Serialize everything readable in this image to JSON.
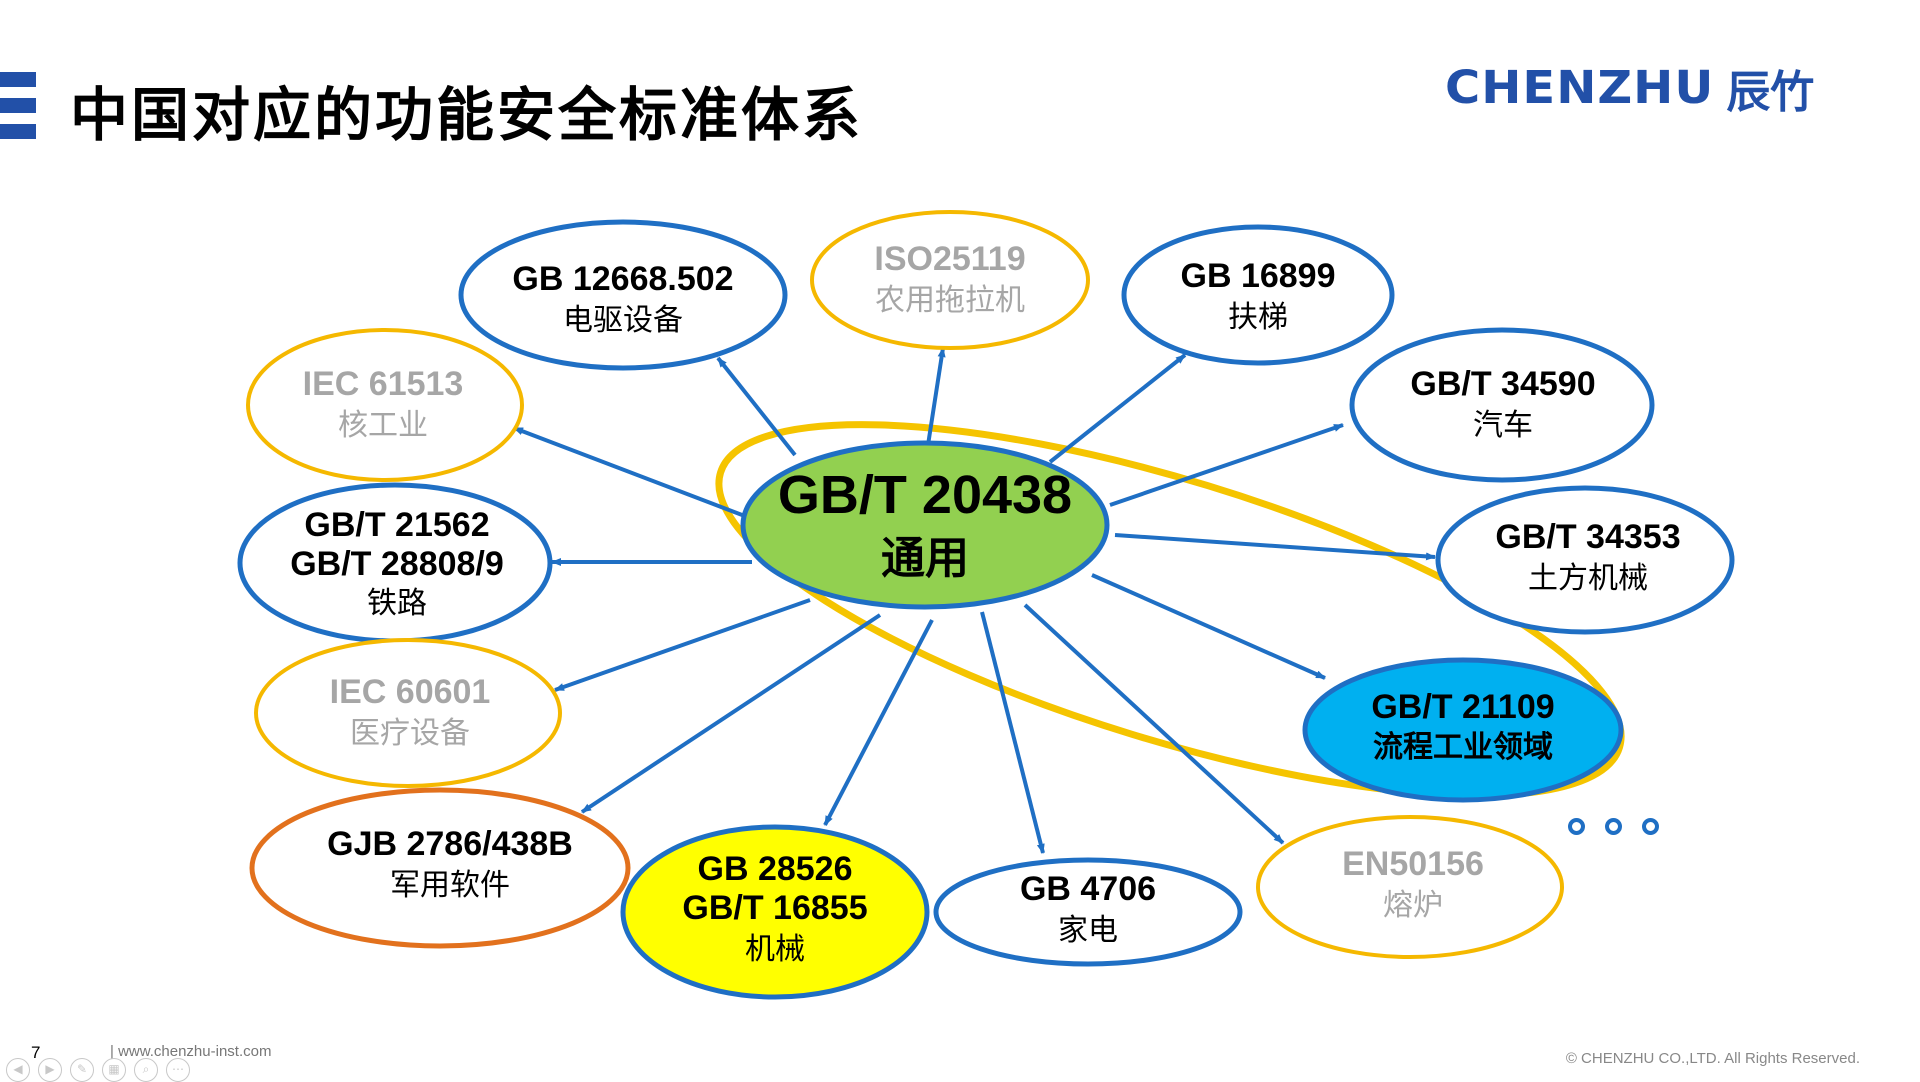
{
  "title": "中国对应的功能安全标准体系",
  "logo": {
    "text": "CHENZHU",
    "cn": "辰竹"
  },
  "center": {
    "line1": "GB/T 20438",
    "line2": "通用"
  },
  "nodes": [
    {
      "id": "n-gb12668",
      "line1": "GB 12668.502",
      "line2": "电驱设备",
      "style": "blue"
    },
    {
      "id": "n-iso25119",
      "line1": "ISO25119",
      "line2": "农用拖拉机",
      "style": "gold"
    },
    {
      "id": "n-gb16899",
      "line1": "GB 16899",
      "line2": "扶梯",
      "style": "blue"
    },
    {
      "id": "n-iec61513",
      "line1": "IEC 61513",
      "line2": "核工业",
      "style": "gold"
    },
    {
      "id": "n-gbt34590",
      "line1": "GB/T 34590",
      "line2": "汽车",
      "style": "blue"
    },
    {
      "id": "n-gbt21562",
      "line1": "GB/T 21562",
      "line2": "GB/T 28808/9",
      "line3": "铁路",
      "style": "blue"
    },
    {
      "id": "n-gbt34353",
      "line1": "GB/T 34353",
      "line2": "土方机械",
      "style": "blue"
    },
    {
      "id": "n-iec60601",
      "line1": "IEC 60601",
      "line2": "医疗设备",
      "style": "gold"
    },
    {
      "id": "n-gbt21109",
      "line1": "GB/T 21109",
      "line2": "流程工业领域",
      "style": "cyan"
    },
    {
      "id": "n-gjb2786",
      "line1": "GJB 2786/438B",
      "line2": "军用软件",
      "style": "orange"
    },
    {
      "id": "n-gb28526",
      "line1": "GB 28526",
      "line2": "GB/T 16855",
      "line3": "机械",
      "style": "yellow"
    },
    {
      "id": "n-gb4706",
      "line1": "GB 4706",
      "line2": "家电",
      "style": "blue"
    },
    {
      "id": "n-en50156",
      "line1": "EN50156",
      "line2": "熔炉",
      "style": "gold"
    }
  ],
  "colors": {
    "blue_border": "#1f6fc4",
    "gold_border": "#f5b800",
    "gold_text": "#a6a6a6",
    "center_fill": "#92d050",
    "cyan_fill": "#00b0f0",
    "yellow_fill": "#ffff00",
    "orange_border": "#e2711d",
    "arrow": "#1f6fc4",
    "highlight_ring": "#f5c400"
  },
  "footer": {
    "page_number": "7",
    "url": "| www.chenzhu-inst.com",
    "copyright": "© CHENZHU CO.,LTD. All Rights Reserved."
  }
}
